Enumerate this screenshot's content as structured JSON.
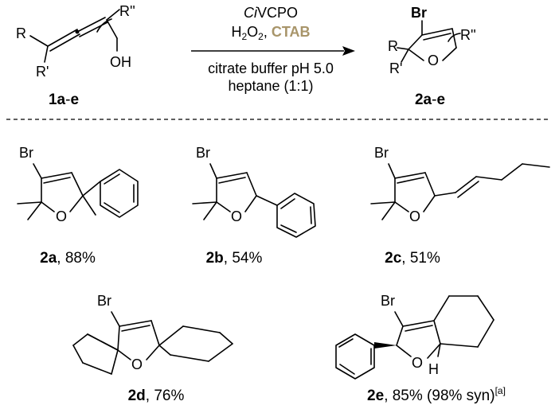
{
  "colors": {
    "ink": "#000000",
    "enzyme": "#4a5a6a",
    "accent": "#a8956a"
  },
  "reaction": {
    "reactant": {
      "label_compound": "1a",
      "label_sep": "-",
      "label_range": "e",
      "substituent_r": "R",
      "substituent_r1": "R'",
      "substituent_r2": "R''",
      "hydroxyl": "OH"
    },
    "conditions": {
      "enzyme_italic": "Ci",
      "enzyme_rest": "VCPO",
      "oxidant_main": "H",
      "oxidant_sub1": "2",
      "oxidant_o": "O",
      "oxidant_sub2": "2",
      "oxidant_sep": ", ",
      "additive": "CTAB",
      "buffer": "citrate buffer pH 5.0",
      "solvent": "heptane (1:1)"
    },
    "product": {
      "label_compound": "2a",
      "label_sep": "-",
      "label_range": "e",
      "bromine": "Br",
      "substituent_r": "R",
      "substituent_r1": "R'",
      "substituent_r2": "R''",
      "oxygen": "O"
    }
  },
  "examples": [
    {
      "compound": "2a",
      "yield": ", 88%",
      "bromine": "Br",
      "oxygen": "O"
    },
    {
      "compound": "2b",
      "yield": ", 54%",
      "bromine": "Br",
      "oxygen": "O"
    },
    {
      "compound": "2c",
      "yield": ", 51%",
      "bromine": "Br",
      "oxygen": "O"
    },
    {
      "compound": "2d",
      "yield": ", 76%",
      "bromine": "Br",
      "oxygen": "O"
    },
    {
      "compound": "2e",
      "yield": ", 85% (98% syn)",
      "note": "[a]",
      "bromine": "Br",
      "oxygen": "O",
      "hydrogen": "H"
    }
  ]
}
